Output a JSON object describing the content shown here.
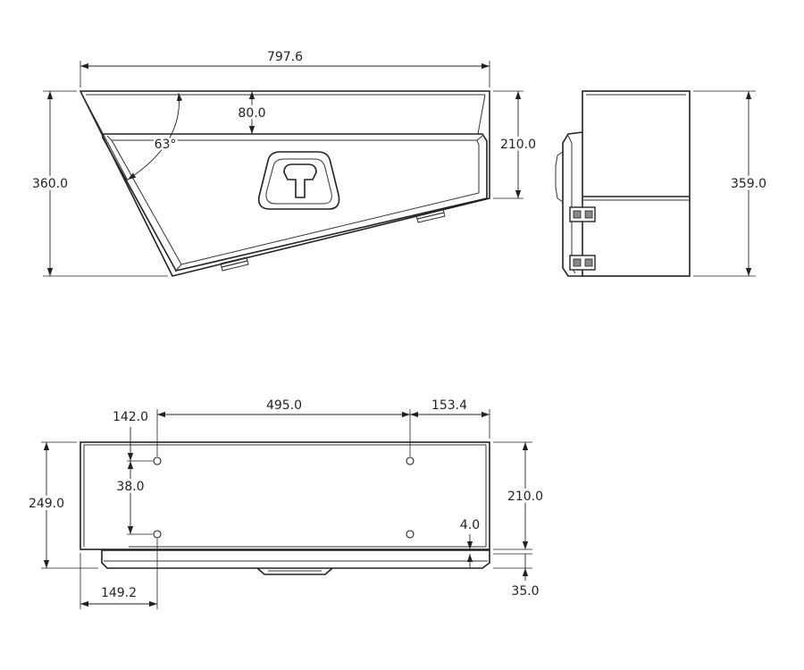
{
  "colors": {
    "line": "#222222",
    "background": "#ffffff"
  },
  "front_view": {
    "overall_width": "797.6",
    "overall_height": "360.0",
    "lid_depth": "80.0",
    "front_height": "210.0",
    "slope_angle": "63°"
  },
  "side_view": {
    "overall_height": "359.0"
  },
  "top_view": {
    "hole_offset_top": "142.0",
    "hole_spacing_x": "495.0",
    "right_offset": "153.4",
    "hole_spacing_y": "38.0",
    "overall_depth": "249.0",
    "body_depth": "210.0",
    "lip": "4.0",
    "flange": "35.0",
    "left_offset": "149.2"
  }
}
